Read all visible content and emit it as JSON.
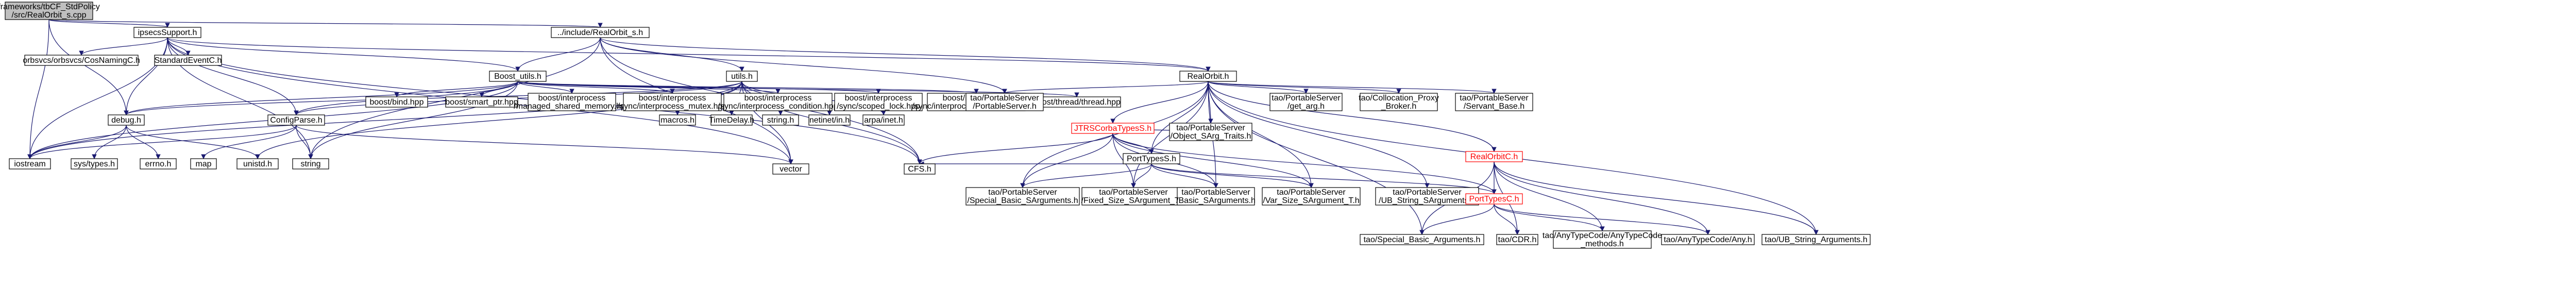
{
  "nodes": [
    {
      "id": "root",
      "lines": [
        "frameworks/tbCF_StdPolicy",
        "/src/RealOrbit_s.cpp"
      ],
      "style": "root"
    },
    {
      "id": "ipsecsupport",
      "lines": [
        "ipsecsSupport.h"
      ]
    },
    {
      "id": "include_realorbit",
      "lines": [
        "../include/RealOrbit_s.h"
      ]
    },
    {
      "id": "orbsvcs_cosnaming",
      "lines": [
        "orbsvcs/orbsvcs/CosNamingC.h"
      ]
    },
    {
      "id": "standardeventc",
      "lines": [
        "StandardEventC.h"
      ]
    },
    {
      "id": "boost_utils",
      "lines": [
        "Boost_utils.h"
      ]
    },
    {
      "id": "utils",
      "lines": [
        "utils.h"
      ]
    },
    {
      "id": "realorbit_s2",
      "lines": [
        "RealOrbit.h"
      ]
    },
    {
      "id": "debug",
      "lines": [
        "debug.h"
      ]
    },
    {
      "id": "configparse",
      "lines": [
        "ConfigParse.h"
      ]
    },
    {
      "id": "iostream",
      "lines": [
        "iostream"
      ]
    },
    {
      "id": "systypes",
      "lines": [
        "sys/types.h"
      ]
    },
    {
      "id": "errno",
      "lines": [
        "errno.h"
      ]
    },
    {
      "id": "map",
      "lines": [
        "map"
      ]
    },
    {
      "id": "unistd",
      "lines": [
        "unistd.h"
      ]
    },
    {
      "id": "string",
      "lines": [
        "string"
      ]
    },
    {
      "id": "vector",
      "lines": [
        "vector"
      ]
    },
    {
      "id": "boost_bind",
      "lines": [
        "boost/bind.hpp"
      ]
    },
    {
      "id": "boost_smartptr",
      "lines": [
        "boost/smart_ptr.hpp"
      ]
    },
    {
      "id": "boost_shm",
      "lines": [
        "boost/interprocess",
        "/managed_shared_memory.hpp"
      ]
    },
    {
      "id": "boost_mutex",
      "lines": [
        "boost/interprocess",
        "/sync/interprocess_mutex.hpp"
      ]
    },
    {
      "id": "boost_cond",
      "lines": [
        "boost/interprocess",
        "/sync/interprocess_condition.hpp"
      ]
    },
    {
      "id": "boost_scoped",
      "lines": [
        "boost/interprocess",
        "/sync/scoped_lock.hpp"
      ]
    },
    {
      "id": "boost_sem",
      "lines": [
        "boost/interprocess",
        "/sync/interprocess_semaphore.hpp"
      ]
    },
    {
      "id": "boost_thread",
      "lines": [
        "boost/thread/thread.hpp"
      ]
    },
    {
      "id": "macros",
      "lines": [
        "macros.h"
      ]
    },
    {
      "id": "timedelay",
      "lines": [
        "TimeDelay.h"
      ]
    },
    {
      "id": "stringh",
      "lines": [
        "string.h"
      ]
    },
    {
      "id": "netinet",
      "lines": [
        "netinet/in.h"
      ]
    },
    {
      "id": "arpainet",
      "lines": [
        "arpa/inet.h"
      ]
    },
    {
      "id": "cfs",
      "lines": [
        "CFS.h"
      ]
    },
    {
      "id": "tao_portableserver",
      "lines": [
        "tao/PortableServer",
        "/PortableServer.h"
      ]
    },
    {
      "id": "jtrs",
      "lines": [
        "JTRSCorbaTypesS.h"
      ],
      "style": "red"
    },
    {
      "id": "porttypess",
      "lines": [
        "PortTypesS.h"
      ]
    },
    {
      "id": "tao_objectsarg",
      "lines": [
        "tao/PortableServer",
        "/Object_SArg_Traits.h"
      ]
    },
    {
      "id": "tao_getarg",
      "lines": [
        "tao/PortableServer",
        "/get_arg.h"
      ]
    },
    {
      "id": "tao_collocation",
      "lines": [
        "tao/Collocation_Proxy",
        "_Broker.h"
      ]
    },
    {
      "id": "tao_servantbase",
      "lines": [
        "tao/PortableServer",
        "/Servant_Base.h"
      ]
    },
    {
      "id": "tao_special_s",
      "lines": [
        "tao/PortableServer",
        "/Special_Basic_SArguments.h"
      ]
    },
    {
      "id": "tao_fixedsize",
      "lines": [
        "tao/PortableServer",
        "/Fixed_Size_SArgument_T.h"
      ]
    },
    {
      "id": "tao_basic_s",
      "lines": [
        "tao/PortableServer",
        "/Basic_SArguments.h"
      ]
    },
    {
      "id": "tao_varsize",
      "lines": [
        "tao/PortableServer",
        "/Var_Size_SArgument_T.h"
      ]
    },
    {
      "id": "tao_ub_s",
      "lines": [
        "tao/PortableServer",
        "/UB_String_SArguments.h"
      ]
    },
    {
      "id": "realorbitc",
      "lines": [
        "RealOrbitC.h"
      ],
      "style": "red"
    },
    {
      "id": "porttypesc",
      "lines": [
        "PortTypesC.h"
      ],
      "style": "red"
    },
    {
      "id": "tao_special_basic",
      "lines": [
        "tao/Special_Basic_Arguments.h"
      ]
    },
    {
      "id": "tao_cdr",
      "lines": [
        "tao/CDR.h"
      ]
    },
    {
      "id": "tao_anytypecode_traits",
      "lines": [
        "tao/AnyTypeCode/AnyTypeCode",
        "_methods.h"
      ]
    },
    {
      "id": "tao_anytypecode_any",
      "lines": [
        "tao/AnyTypeCode/Any.h"
      ]
    },
    {
      "id": "tao_ub_string",
      "lines": [
        "tao/UB_String_Arguments.h"
      ]
    }
  ]
}
